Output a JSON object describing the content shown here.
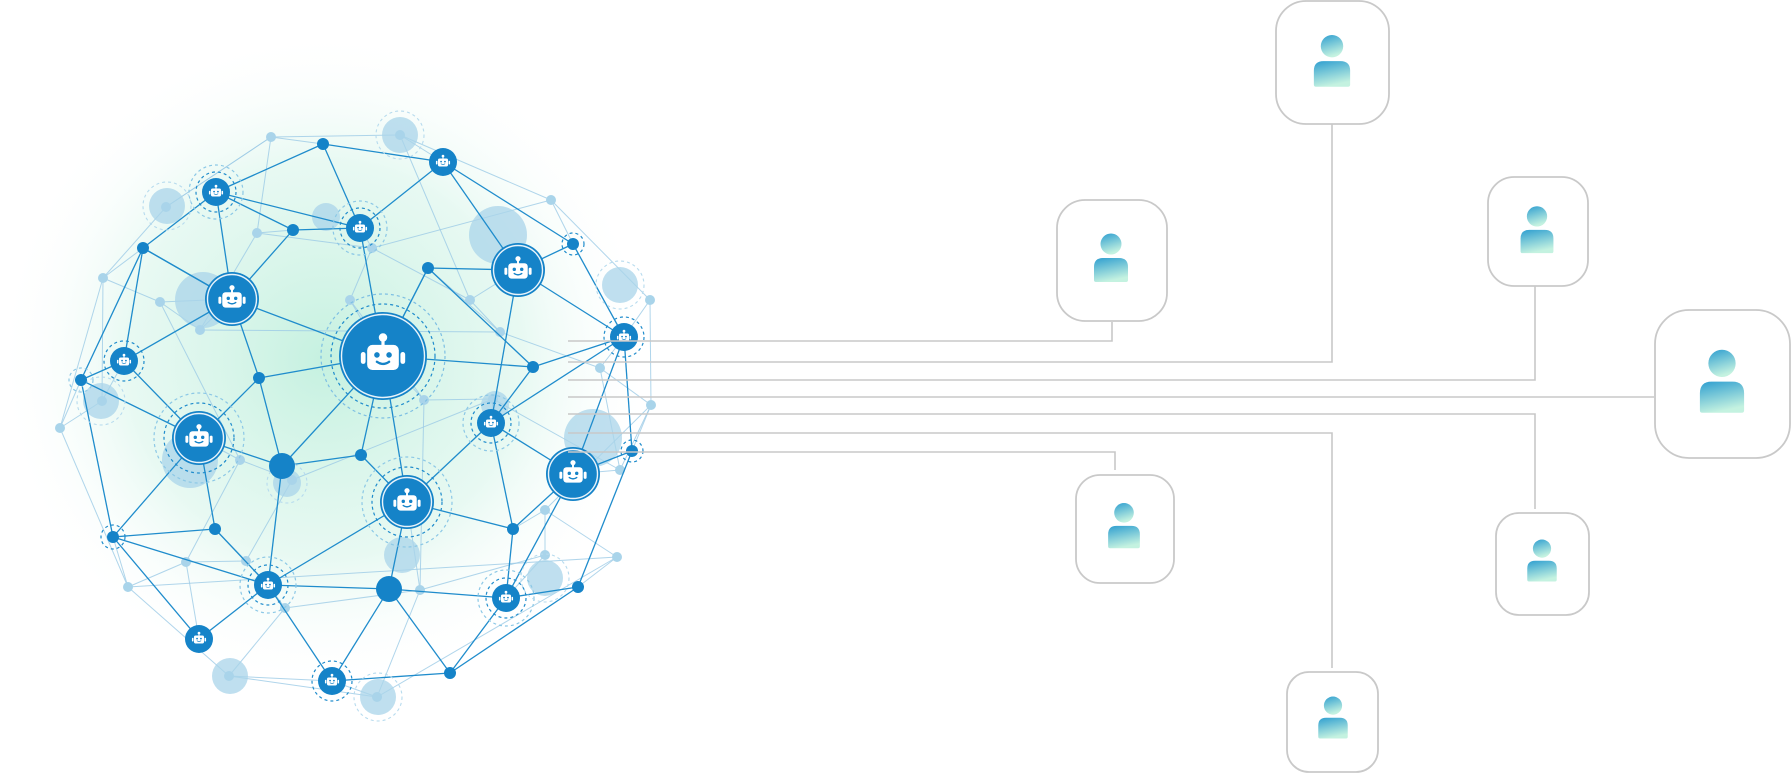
{
  "colors": {
    "background": "#ffffff",
    "node_primary": "#1583c8",
    "node_light": "#a9d4ea",
    "edge_primary": "#1f8ccc",
    "edge_light": "#9ccbe6",
    "glow": "#b9ecd9",
    "connector_line": "#c8c8c8",
    "card_border": "#c9c9c9",
    "person_top": "#2f9fd0",
    "person_bottom": "#bff0de"
  },
  "diagram": {
    "left": {
      "name": "ai-agent-network",
      "node_icon": "robot-icon"
    },
    "right": {
      "name": "users",
      "node_icon": "person-icon",
      "count": 7
    }
  }
}
